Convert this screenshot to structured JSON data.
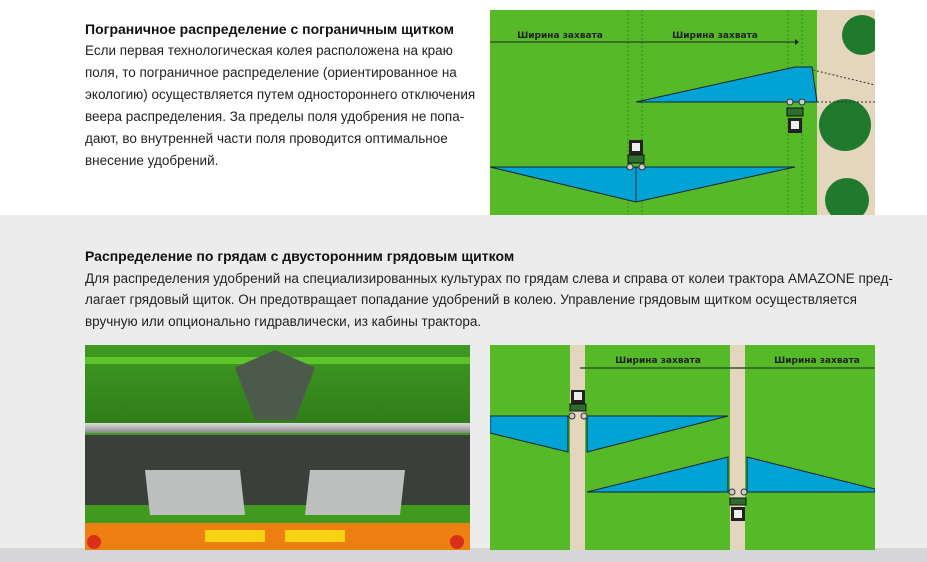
{
  "section1": {
    "title": "Пограничное распределение с пограничным щитком",
    "lines": [
      "Если первая технологическая колея расположена на краю",
      "поля, то пограничное распределение (ориентированное на",
      "экологию) осуществляется путем одностороннего отключения",
      "веера распределения. За пределы поля удобрения не попа-",
      "дают, во внутренней части поля проводится оптимальное",
      "внесение удобрений."
    ],
    "diagram": {
      "label_left": "Ширина захвата",
      "label_right": "Ширина захвата"
    }
  },
  "section2": {
    "title": "Распределение по грядам с двусторонним грядовым щитком",
    "lines": [
      "Для распределения удобрений на специализированных культурах по грядам слева и справа от колеи трактора AMAZONE пред-",
      "лагает грядовый щиток. Он предотвращает попадание удобрений в колею. Управление грядовым щитком осуществляется",
      "вручную или опционально гидравлически, из кабины трактора."
    ],
    "diagram": {
      "label_left": "Ширина захвата",
      "label_right": "Ширина захвата"
    }
  },
  "colors": {
    "field": "#55b928",
    "spread": "#00a3d4",
    "soil": "#e4d6bd",
    "trees": "#1f7a2e"
  }
}
